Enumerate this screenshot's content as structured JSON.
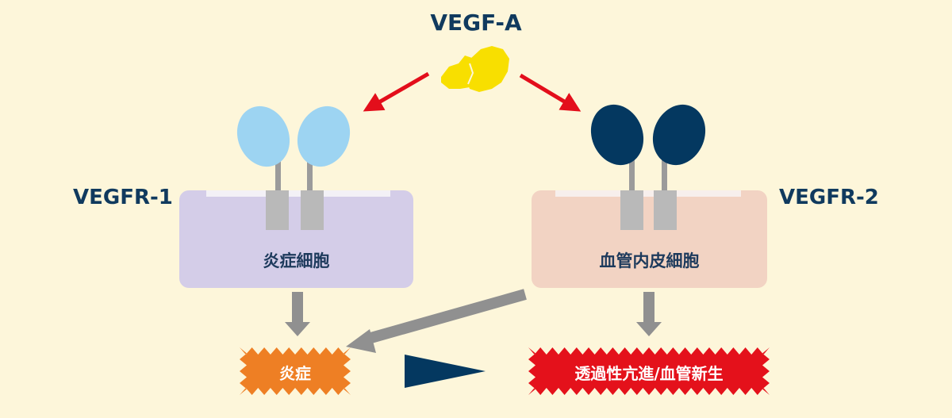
{
  "ligand": {
    "label": "VEGF-A",
    "color": "#f8df00"
  },
  "receptors": [
    {
      "label": "VEGFR-1",
      "color": "#9dd4f2",
      "cell_label": "炎症細胞",
      "cell_color": "#d4cde8"
    },
    {
      "label": "VEGFR-2",
      "color": "#043860",
      "cell_label": "血管内皮細胞",
      "cell_color": "#f2d3c3"
    }
  ],
  "outcomes": [
    {
      "label": "炎症",
      "color": "#ee7f24"
    },
    {
      "label": "透過性亢進/血管新生",
      "color": "#e4111b"
    }
  ],
  "arrow_colors": {
    "binding": "#e30e1b",
    "effect": "#909090",
    "comparison": "#043860"
  }
}
